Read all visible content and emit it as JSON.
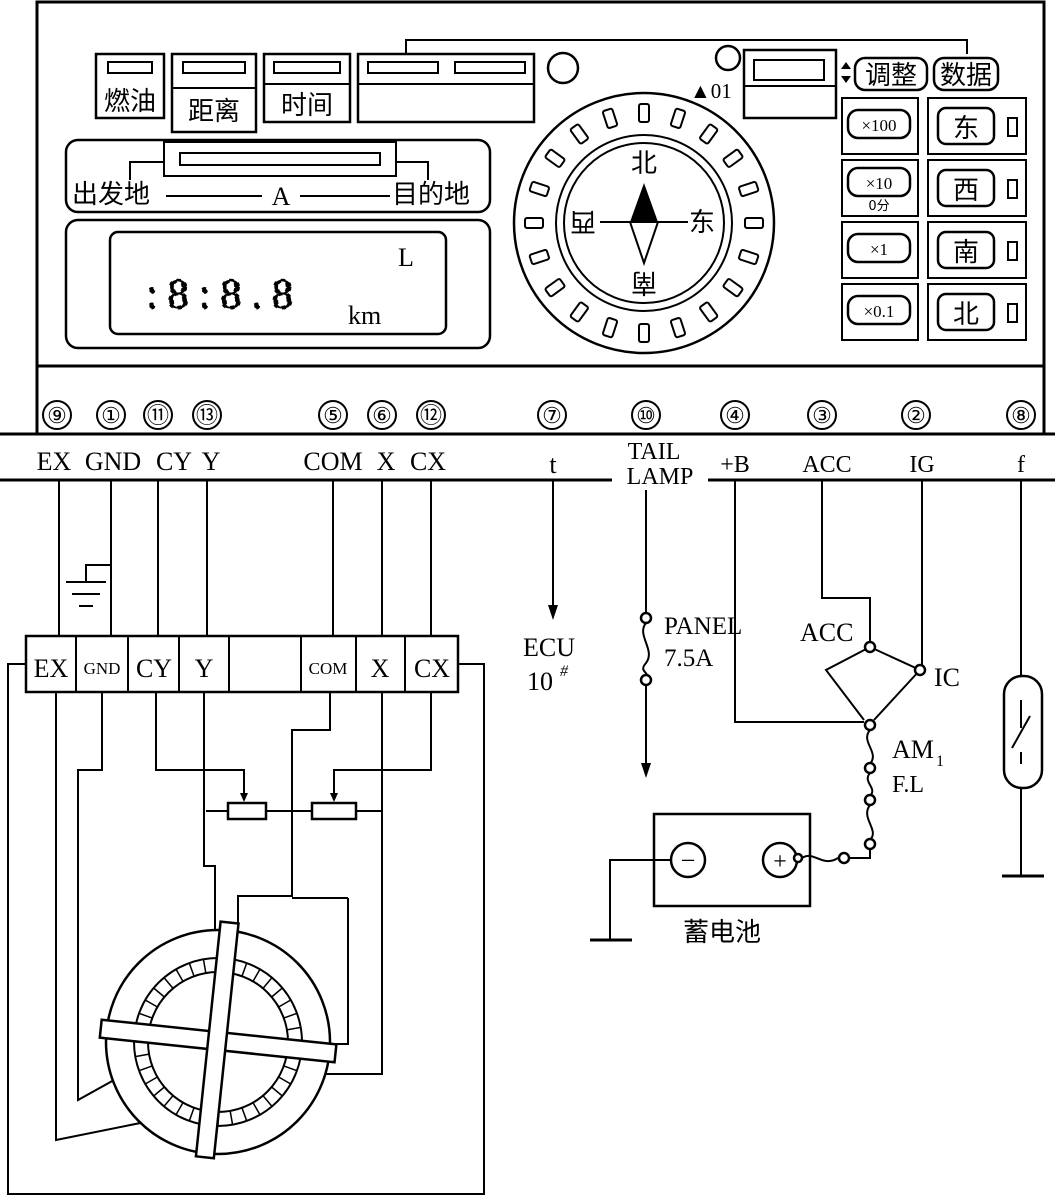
{
  "panel": {
    "fuel": "燃油",
    "distance": "距离",
    "time": "时间",
    "adjust": "调整",
    "data": "数据",
    "indicator": "▲01",
    "origin": "出发地",
    "point_a": "A",
    "destination": "目的地",
    "unit_l": "L",
    "unit_km": "km",
    "display_value": ":8:8.8",
    "multipliers": [
      "×100",
      "×10",
      "0分",
      "×1",
      "×0.1"
    ],
    "direction_buttons": [
      "东",
      "西",
      "南",
      "北"
    ]
  },
  "compass": {
    "north": "北",
    "south": "南",
    "east": "东",
    "west": "西"
  },
  "connector": {
    "pin_numbers": [
      "⑨",
      "①",
      "⑪",
      "⑬",
      "⑤",
      "⑥",
      "⑫",
      "⑦",
      "⑩",
      "④",
      "③",
      "②",
      "⑧"
    ],
    "pin_labels": [
      "EX",
      "GND",
      "CY",
      "Y",
      "COM",
      "X",
      "CX",
      "t",
      "TAIL",
      "LAMP",
      "+B",
      "ACC",
      "IG",
      "f"
    ]
  },
  "sensor": {
    "terminals": [
      "EX",
      "GND",
      "CY",
      "Y",
      "",
      "COM",
      "X",
      "CX"
    ]
  },
  "labels": {
    "ecu_line1": "ECU",
    "ecu_line2": "10",
    "ecu_sup": "#",
    "panel_fuse": "PANEL",
    "panel_amp": "7.5A",
    "acc": "ACC",
    "ic": "IC",
    "am1": "AM",
    "am1_sub": "1",
    "fl": "F.L",
    "battery": "蓄电池",
    "minus": "−",
    "plus": "+"
  }
}
